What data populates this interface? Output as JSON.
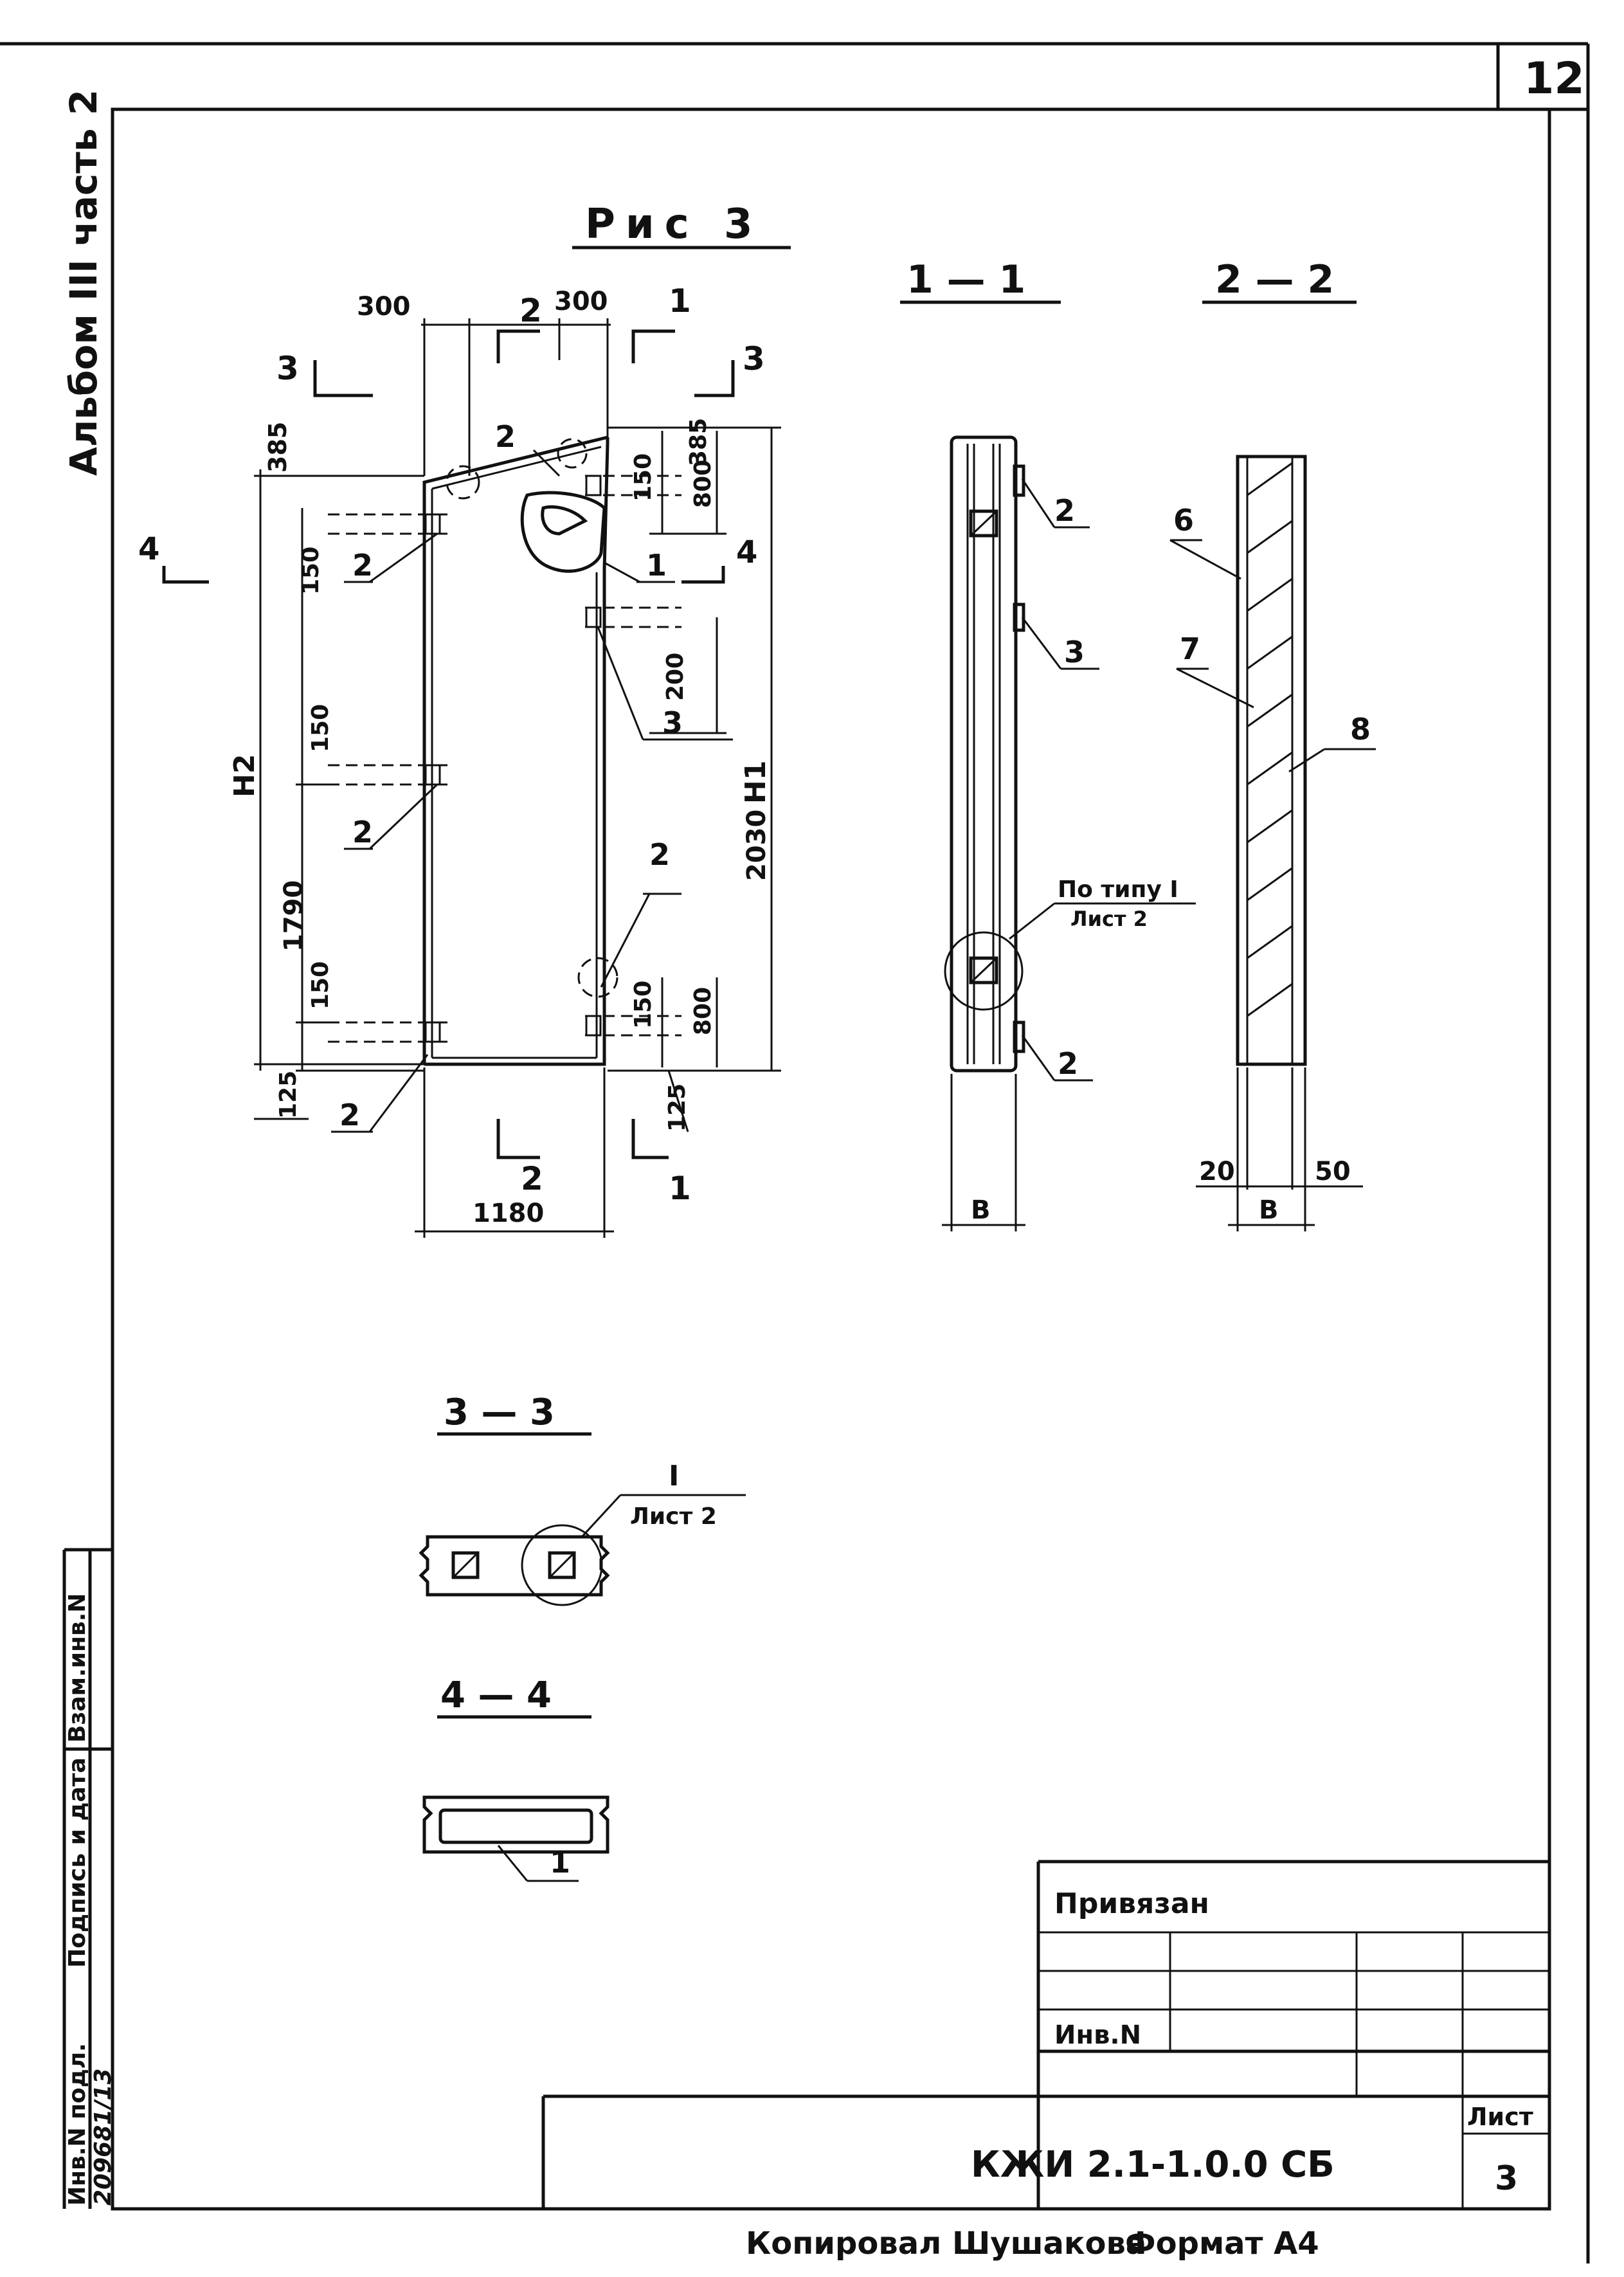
{
  "sheet": {
    "page_number": "12",
    "album": "Альбом III часть 2",
    "figure_title": "Рис 3",
    "copied": "Копировал Шушакова",
    "format": "Формат А4"
  },
  "side_stamp": {
    "inv_podl": "Инв.N подл.",
    "podpis_data": "Подпись и дата",
    "vzam_inv": "Взам.инв.N",
    "inv_number": "209681/13"
  },
  "title_block": {
    "privyazan": "Привязан",
    "inv_n": "Инв.N",
    "code": "КЖИ 2.1-1.0.0 СБ",
    "list_label": "Лист",
    "list_number": "3"
  },
  "elevation": {
    "dims": {
      "top_left": "300",
      "top_right": "300",
      "d385_left": "385",
      "d385_right": "385",
      "d150_a": "150",
      "d150_b": "150",
      "d150_c": "150",
      "d150_d": "150",
      "d150_e": "150",
      "d800_top": "800",
      "d800_bot": "800",
      "d200": "200",
      "d2030": "2030",
      "d1790": "1790",
      "d125_left": "125",
      "d125_right": "125",
      "width": "1180",
      "H1": "H1",
      "H2": "H2"
    },
    "section_marks": [
      "1",
      "2",
      "3",
      "4"
    ],
    "callouts": [
      "1",
      "2",
      "3"
    ]
  },
  "section_1_1": {
    "title": "1 — 1",
    "ref_top": "По типу I",
    "ref_bottom": "Лист 2",
    "dim_b": "B",
    "callouts": [
      "2",
      "3",
      "2"
    ]
  },
  "section_2_2": {
    "title": "2 — 2",
    "callouts": [
      "6",
      "7",
      "8"
    ],
    "dim_20": "20",
    "dim_50": "50",
    "dim_b": "B"
  },
  "section_3_3": {
    "title": "3 — 3",
    "ref_top": "I",
    "ref_bottom": "Лист 2"
  },
  "section_4_4": {
    "title": "4 — 4",
    "callout": "1"
  }
}
